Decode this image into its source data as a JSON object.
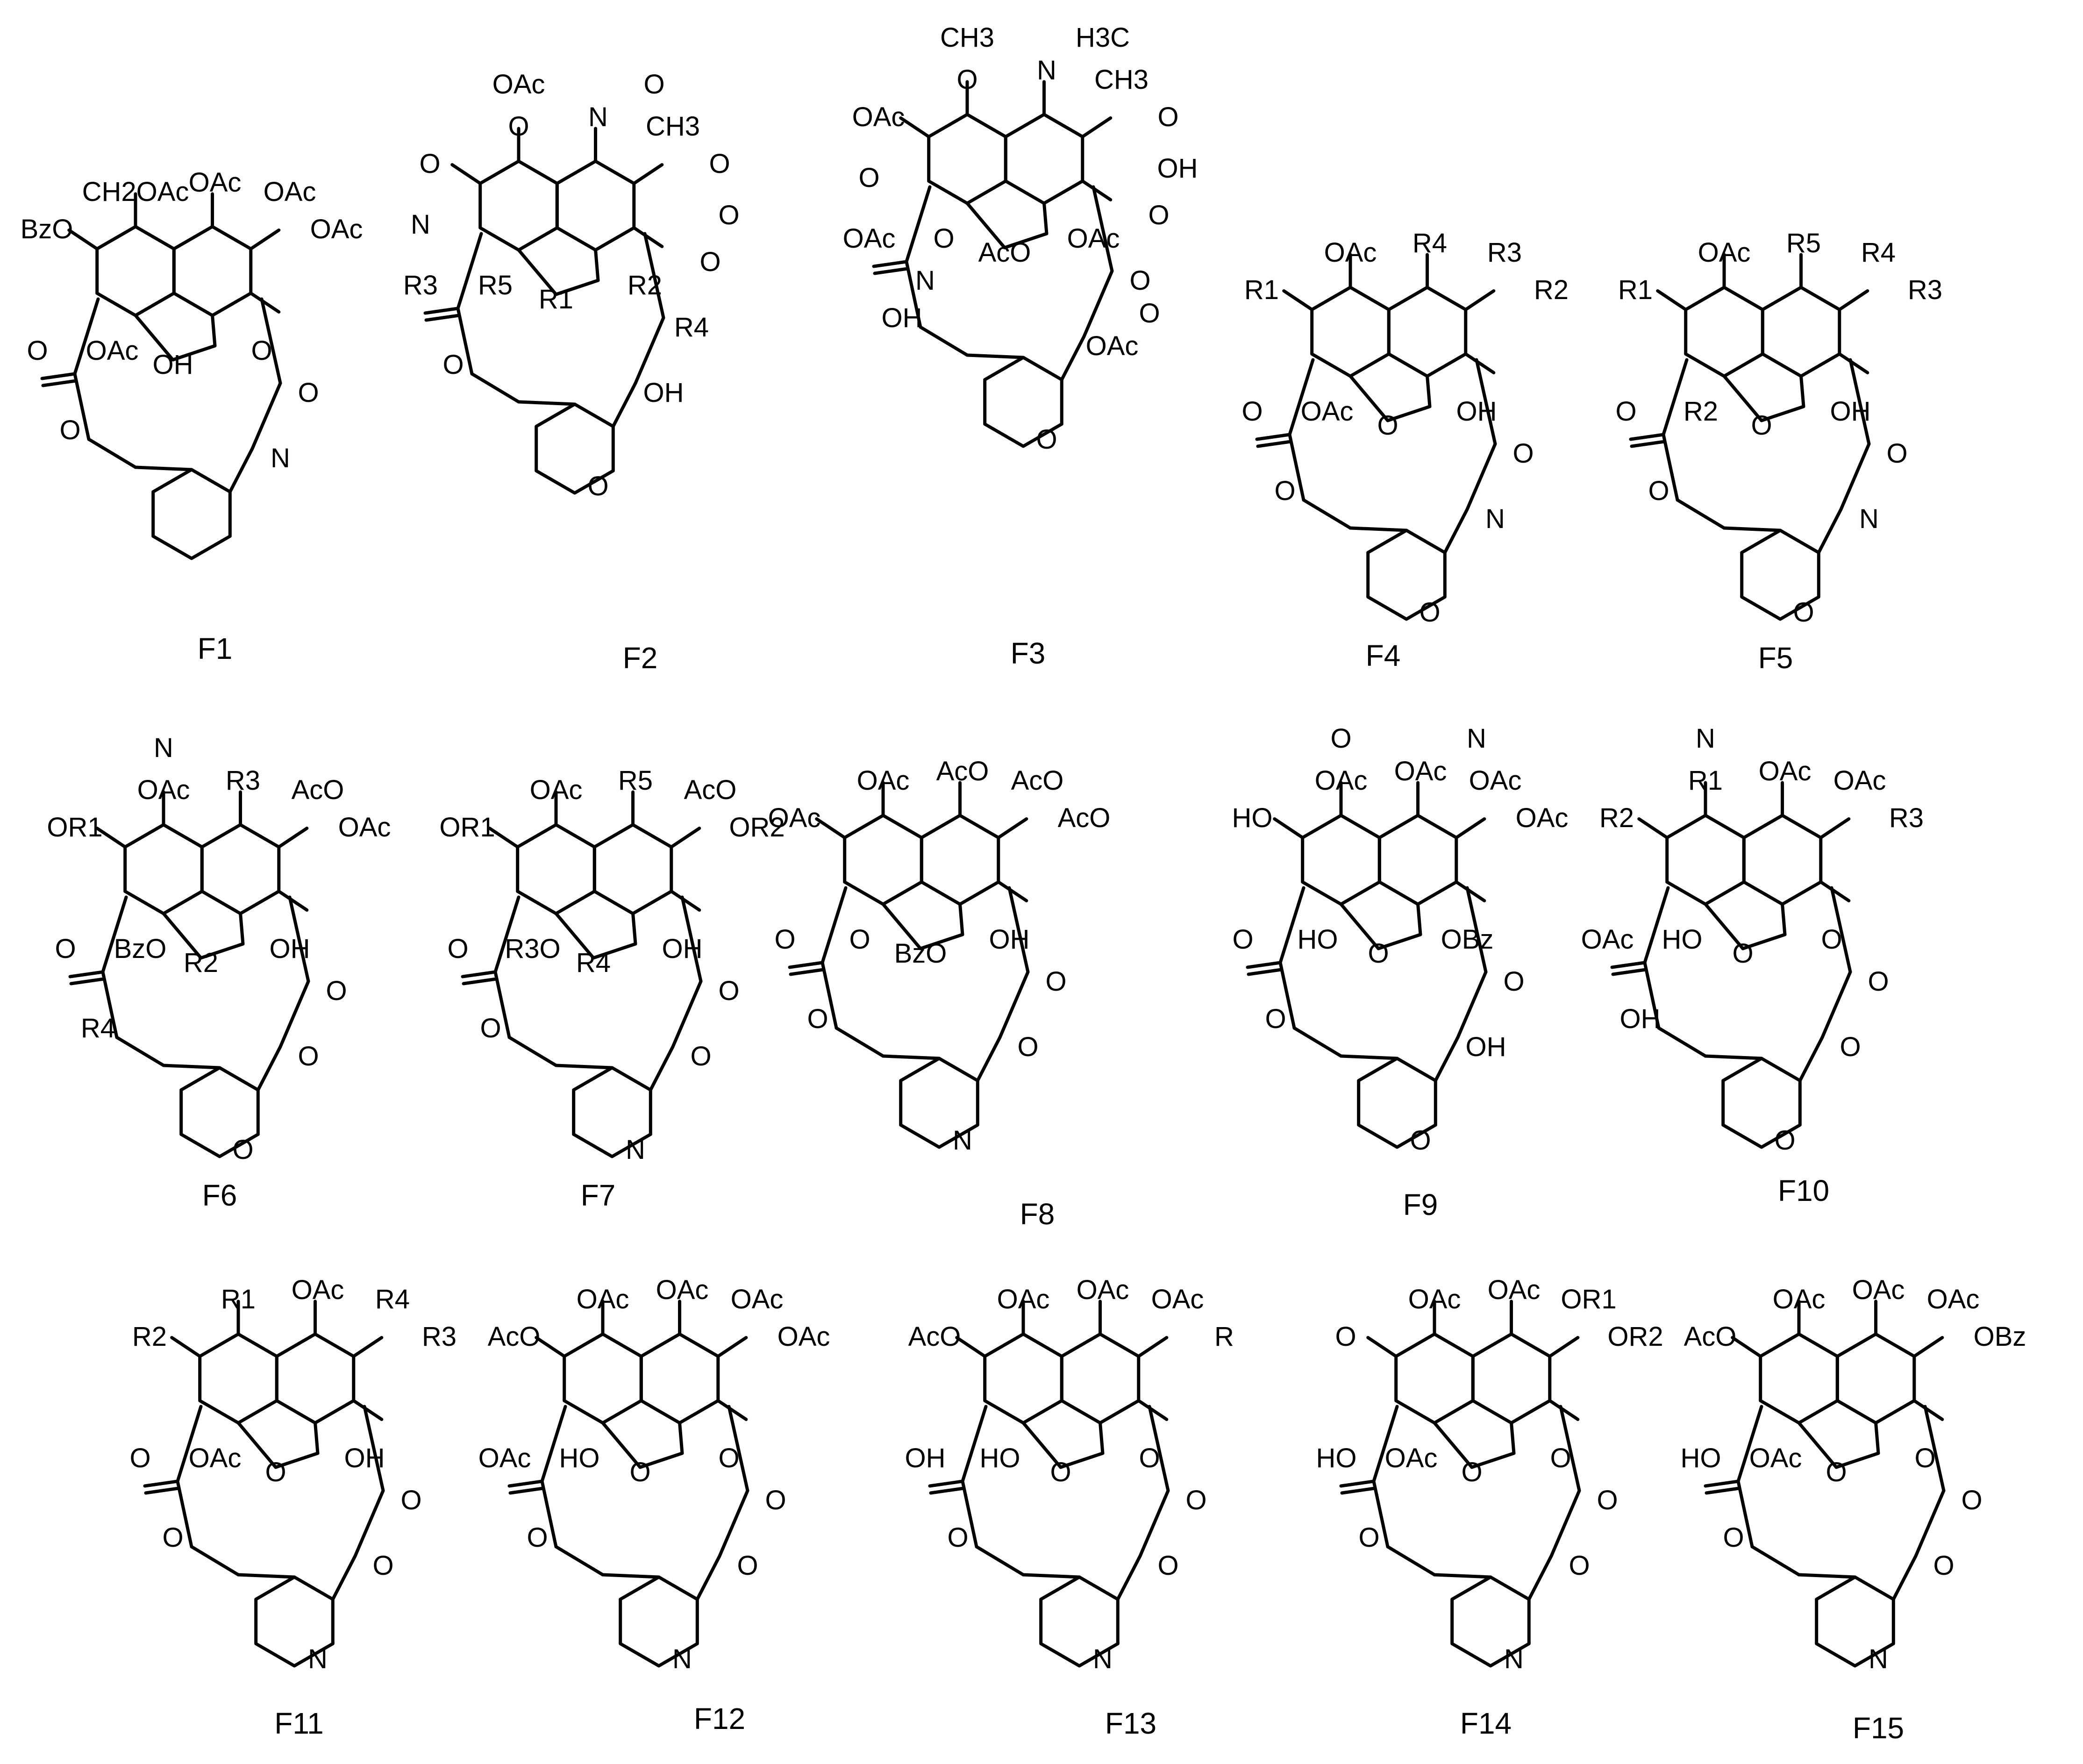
{
  "figure": {
    "compounds": [
      {
        "id": "F1",
        "caption": "F1",
        "labels": [
          "CH2OAc",
          "OAc",
          "OAc",
          "BzO",
          "OAc",
          "OH",
          "OAc",
          "O",
          "O",
          "O",
          "O",
          "N"
        ]
      },
      {
        "id": "F2",
        "caption": "F2",
        "labels": [
          "O",
          "N",
          "CH3",
          "O",
          "O",
          "R1",
          "R5",
          "R2",
          "R3",
          "R4",
          "O",
          "OH",
          "O",
          "OAc",
          "O",
          "O",
          "N",
          "O"
        ]
      },
      {
        "id": "F3",
        "caption": "F3",
        "labels": [
          "O",
          "N",
          "CH3",
          "OAc",
          "O",
          "AcO",
          "O",
          "OAc",
          "OAc",
          "O",
          "OH",
          "OAc",
          "O",
          "CH3",
          "H3C",
          "OH",
          "O",
          "O",
          "N",
          "O"
        ]
      },
      {
        "id": "F4",
        "caption": "F4",
        "labels": [
          "OAc",
          "R4",
          "R3",
          "R1",
          "R2",
          "O",
          "OAc",
          "OH",
          "O",
          "O",
          "O",
          "N",
          "O"
        ]
      },
      {
        "id": "F5",
        "caption": "F5",
        "labels": [
          "OAc",
          "R5",
          "R4",
          "R1",
          "R3",
          "O",
          "R2",
          "OH",
          "O",
          "O",
          "O",
          "N",
          "O"
        ]
      },
      {
        "id": "F6",
        "caption": "F6",
        "labels": [
          "OAc",
          "R3",
          "AcO",
          "OR1",
          "OAc",
          "R2",
          "BzO",
          "OH",
          "O",
          "O",
          "R4",
          "O",
          "O",
          "N"
        ]
      },
      {
        "id": "F7",
        "caption": "F7",
        "labels": [
          "OAc",
          "R5",
          "AcO",
          "OR1",
          "OR2",
          "R4",
          "R3O",
          "OH",
          "O",
          "O",
          "O",
          "O",
          "N"
        ]
      },
      {
        "id": "F8",
        "caption": "F8",
        "labels": [
          "OAc",
          "AcO",
          "AcO",
          "OAc",
          "AcO",
          "BzO",
          "O",
          "OH",
          "O",
          "O",
          "O",
          "O",
          "N"
        ]
      },
      {
        "id": "F9",
        "caption": "F9",
        "labels": [
          "OAc",
          "OAc",
          "OAc",
          "HO",
          "OAc",
          "O",
          "HO",
          "OBz",
          "O",
          "O",
          "O",
          "OH",
          "O",
          "O",
          "N"
        ]
      },
      {
        "id": "F10",
        "caption": "F10",
        "labels": [
          "R1",
          "OAc",
          "OAc",
          "R2",
          "R3",
          "O",
          "HO",
          "O",
          "OAc",
          "O",
          "OH",
          "O",
          "O",
          "N"
        ]
      },
      {
        "id": "F11",
        "caption": "F11",
        "labels": [
          "R1",
          "OAc",
          "R4",
          "R2",
          "R3",
          "O",
          "OAc",
          "OH",
          "O",
          "O",
          "O",
          "O",
          "N"
        ]
      },
      {
        "id": "F12",
        "caption": "F12",
        "labels": [
          "OAc",
          "OAc",
          "OAc",
          "AcO",
          "OAc",
          "O",
          "HO",
          "O",
          "OAc",
          "O",
          "O",
          "O",
          "N"
        ]
      },
      {
        "id": "F13",
        "caption": "F13",
        "labels": [
          "OAc",
          "OAc",
          "OAc",
          "AcO",
          "R",
          "O",
          "HO",
          "O",
          "OH",
          "O",
          "O",
          "O",
          "N"
        ]
      },
      {
        "id": "F14",
        "caption": "F14",
        "labels": [
          "OAc",
          "OAc",
          "OR1",
          "O",
          "OR2",
          "O",
          "OAc",
          "O",
          "HO",
          "O",
          "O",
          "O",
          "N"
        ]
      },
      {
        "id": "F15",
        "caption": "F15",
        "labels": [
          "OAc",
          "OAc",
          "OAc",
          "AcO",
          "OBz",
          "O",
          "OAc",
          "O",
          "HO",
          "O",
          "O",
          "O",
          "N"
        ]
      }
    ]
  }
}
